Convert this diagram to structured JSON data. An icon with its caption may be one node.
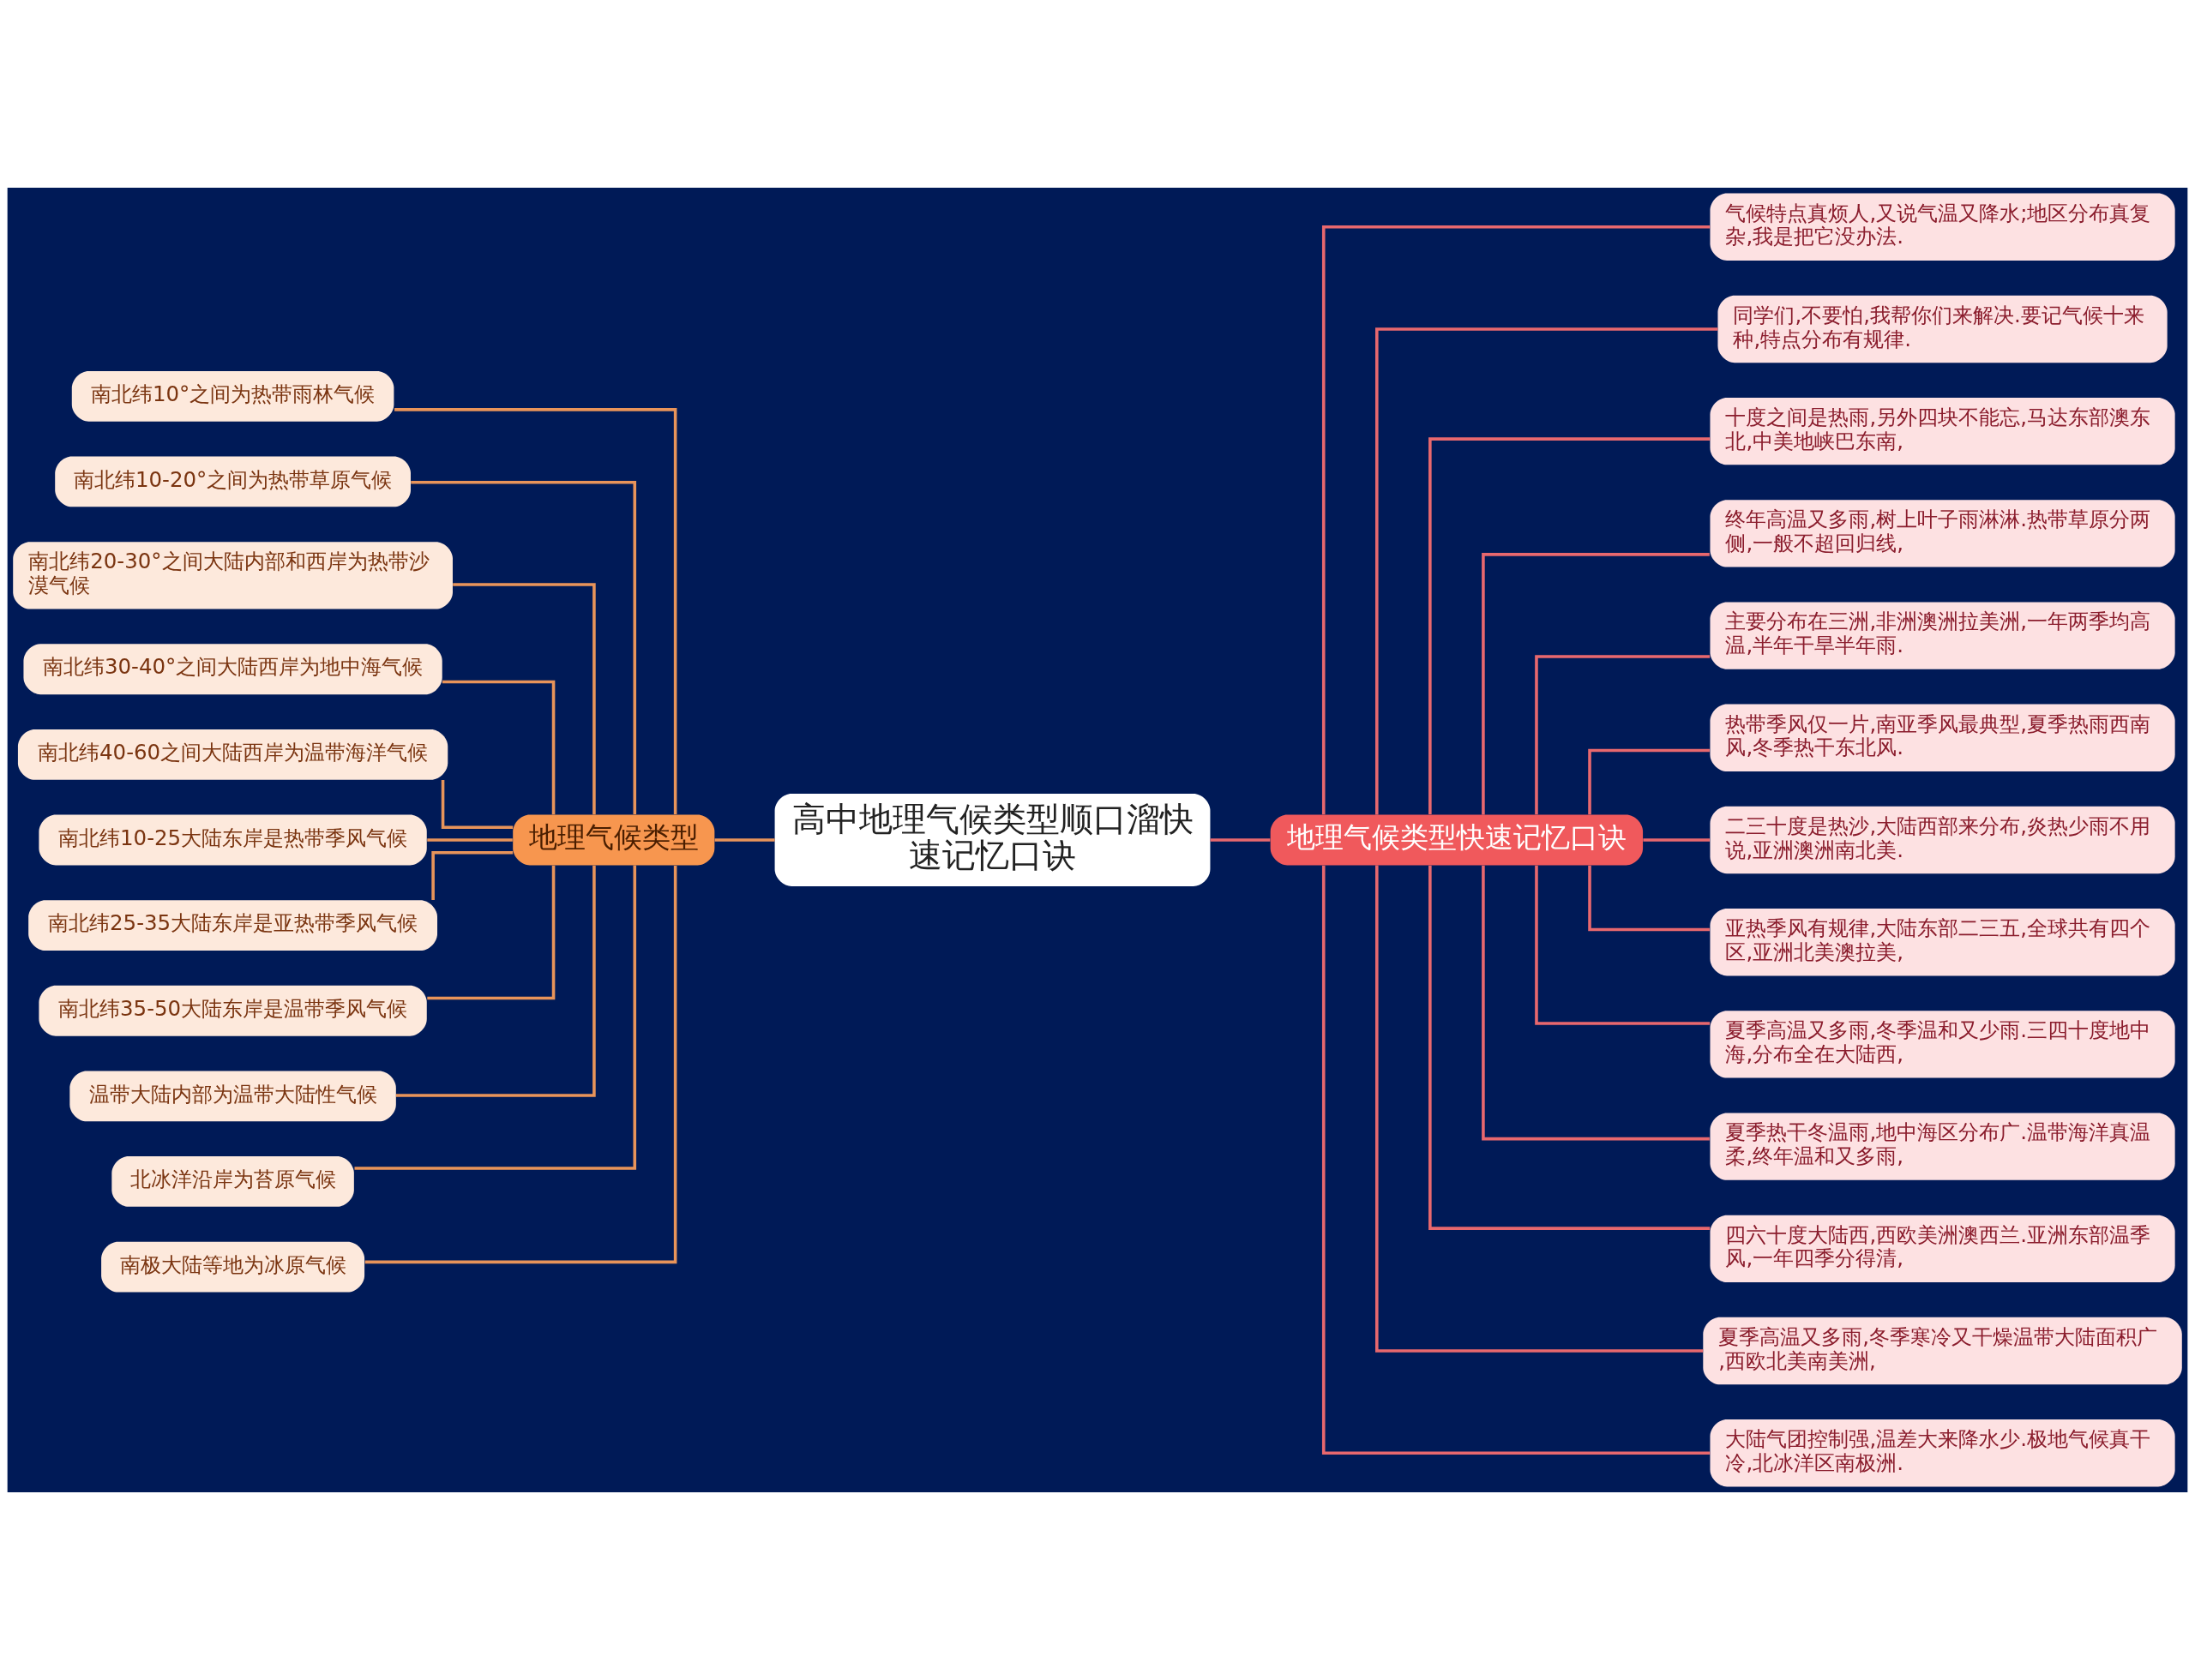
{
  "diagram": {
    "nodes": [
      {
        "text": [
          "高中地理气候类型顺口溜快速记忆口诀"
        ]
      },
      {
        "text": [
          "地理气候类型"
        ]
      },
      {
        "text": [
          "南北纬10°之间为热带雨林气候"
        ]
      },
      {
        "text": [
          "南北纬10-20°之间为热带草原气候"
        ]
      },
      {
        "text": [
          "南北纬20-30°之间大陆内部和西岸为热带沙漠气候"
        ]
      },
      {
        "text": [
          "南北纬30-40°之间大陆西岸为地中海气候"
        ]
      },
      {
        "text": [
          "南北纬40-60之间大陆西岸为温带海洋气候"
        ]
      },
      {
        "text": [
          "南北纬10-25大陆东岸是热带季风气候"
        ]
      },
      {
        "text": [
          "南北纬25-35大陆东岸是亚热带季风气候"
        ]
      },
      {
        "text": [
          "南北纬35-50大陆东岸是温带季风气候"
        ]
      },
      {
        "text": [
          "温带大陆内部为温带大陆性气候"
        ]
      },
      {
        "text": [
          "北冰洋沿岸为苔原气候"
        ]
      },
      {
        "text": [
          "南极大陆等地为冰原气候"
        ]
      },
      {
        "text": [
          "地理气候类型快速记忆口诀"
        ]
      },
      {
        "text": [
          "气候特点真烦人,又说气温又降水;地区分布真复杂,我是把它没办法."
        ]
      },
      {
        "text": [
          "同学们,不要怕,我帮你们来解决.要记气候十来种,特点分布有规律."
        ]
      },
      {
        "text": [
          "十度之间是热雨,另外四块不能忘,马达东部澳东北,中美地峡巴东南,"
        ]
      },
      {
        "text": [
          "终年高温又多雨,树上叶子雨淋淋.热带草原分两侧,一般不超回归线,"
        ]
      },
      {
        "text": [
          "主要分布在三洲,非洲澳洲拉美洲,一年两季均高温,半年干旱半年雨."
        ]
      },
      {
        "text": [
          "热带季风仅一片,南亚季风最典型,夏季热雨西南风,冬季热干东北风."
        ]
      },
      {
        "text": [
          "二三十度是热沙,大陆西部来分布,炎热少雨不用说,亚洲澳洲南北美."
        ]
      },
      {
        "text": [
          "亚热季风有规律,大陆东部二三五,全球共有四个区,亚洲北美澳拉美,"
        ]
      },
      {
        "text": [
          "夏季高温又多雨,冬季温和又少雨.三四十度地中海,分布全在大陆西,"
        ]
      },
      {
        "text": [
          "夏季热干冬温雨,地中海区分布广.温带海洋真温柔,终年温和又多雨,"
        ]
      },
      {
        "text": [
          "四六十度大陆西,西欧美洲澳西兰.亚洲东部温季风,一年四季分得清,"
        ]
      },
      {
        "text": [
          "夏季高温又多雨,冬季寒冷又干燥温带大陆面积广,西欧北美南美洲,"
        ]
      },
      {
        "text": [
          "大陆气团控制强,温差大来降水少.极地气候真干冷,北冰洋区南极洲."
        ]
      }
    ],
    "edges": [
      {
        "from": 1,
        "to": 0,
        "arrow": "none",
        "color": "#e8945a"
      },
      {
        "from": 2,
        "to": 1,
        "arrow": "none",
        "color": "#e8945a"
      },
      {
        "from": 3,
        "to": 1,
        "arrow": "none",
        "color": "#e8945a"
      },
      {
        "from": 4,
        "to": 1,
        "arrow": "none",
        "color": "#e8945a"
      },
      {
        "from": 5,
        "to": 1,
        "arrow": "none",
        "color": "#e8945a"
      },
      {
        "from": 6,
        "to": 1,
        "arrow": "none",
        "color": "#e8945a"
      },
      {
        "from": 7,
        "to": 1,
        "arrow": "none",
        "color": "#e8945a"
      },
      {
        "from": 8,
        "to": 1,
        "arrow": "none",
        "color": "#e8945a"
      },
      {
        "from": 9,
        "to": 1,
        "arrow": "none",
        "color": "#e8945a"
      },
      {
        "from": 10,
        "to": 1,
        "arrow": "none",
        "color": "#e8945a"
      },
      {
        "from": 11,
        "to": 1,
        "arrow": "none",
        "color": "#e8945a"
      },
      {
        "from": 12,
        "to": 1,
        "arrow": "none",
        "color": "#e8945a"
      },
      {
        "from": 0,
        "to": 13,
        "arrow": "none"
      },
      {
        "from": 13,
        "to": 14,
        "arrow": "none"
      },
      {
        "from": 13,
        "to": 15,
        "arrow": "none"
      },
      {
        "from": 13,
        "to": 16,
        "arrow": "none"
      },
      {
        "from": 13,
        "to": 17,
        "arrow": "none"
      },
      {
        "from": 13,
        "to": 18,
        "arrow": "none"
      },
      {
        "from": 13,
        "to": 19,
        "arrow": "none"
      },
      {
        "from": 13,
        "to": 20,
        "arrow": "none"
      },
      {
        "from": 13,
        "to": 21,
        "arrow": "none"
      },
      {
        "from": 13,
        "to": 22,
        "arrow": "none"
      },
      {
        "from": 13,
        "to": 23,
        "arrow": "none"
      },
      {
        "from": 13,
        "to": 24,
        "arrow": "none"
      },
      {
        "from": 13,
        "to": 25,
        "arrow": "none"
      },
      {
        "from": 13,
        "to": 26,
        "arrow": "none"
      }
    ]
  }
}
